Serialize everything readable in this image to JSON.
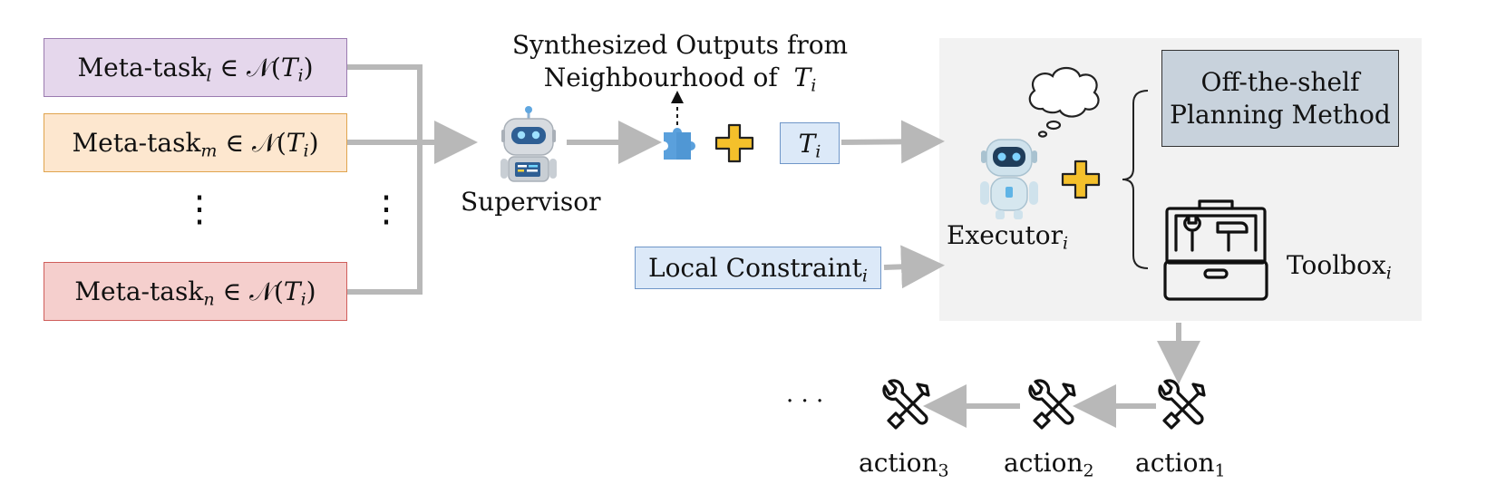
{
  "meta_tasks": [
    {
      "prefix": "Meta-task",
      "sub": "l",
      "rel": "∈",
      "set": "𝒩",
      "arg_var": "T",
      "arg_sub": "i",
      "fill": "#e5d7ec",
      "stroke": "#9b7bb0"
    },
    {
      "prefix": "Meta-task",
      "sub": "m",
      "rel": "∈",
      "set": "𝒩",
      "arg_var": "T",
      "arg_sub": "i",
      "fill": "#fde7cf",
      "stroke": "#e0a44e"
    },
    {
      "prefix": "Meta-task",
      "sub": "n",
      "rel": "∈",
      "set": "𝒩",
      "arg_var": "T",
      "arg_sub": "i",
      "fill": "#f5cfcd",
      "stroke": "#cf5e5b"
    }
  ],
  "vdots": "⋮",
  "supervisor": {
    "label": "Supervisor",
    "icon": "robot-icon"
  },
  "synth_label": {
    "line1": "Synthesized Outputs from",
    "line2": "Neighbourhood of",
    "var": "T",
    "sub": "i"
  },
  "puzzle": {
    "icon": "puzzle-piece-icon",
    "color": "#5aa0dc"
  },
  "plus": {
    "icon": "plus-icon",
    "color": "#f4c02b"
  },
  "task_box": {
    "var": "T",
    "sub": "i",
    "fill": "#dce9f8",
    "stroke": "#6f96c8"
  },
  "local_constraint": {
    "text": "Local Constraint",
    "sub": "i",
    "fill": "#dce9f8",
    "stroke": "#6f96c8"
  },
  "executor": {
    "label": "Executor",
    "sub": "i",
    "icon": "robot-icon",
    "bubble": "thought-bubble-icon"
  },
  "planning": {
    "line1": "Off-the-shelf",
    "line2": "Planning Method",
    "fill": "#c8d2dc",
    "stroke": "#333333"
  },
  "toolbox": {
    "label": "Toolbox",
    "sub": "i",
    "icon": "toolbox-icon"
  },
  "panel": {
    "fill": "#f2f2f2"
  },
  "actions": [
    {
      "label": "action",
      "sub": "1"
    },
    {
      "label": "action",
      "sub": "2"
    },
    {
      "label": "action",
      "sub": "3"
    }
  ],
  "ellipsis": "· · ·",
  "colors": {
    "arrow": "#b8b8b8"
  }
}
